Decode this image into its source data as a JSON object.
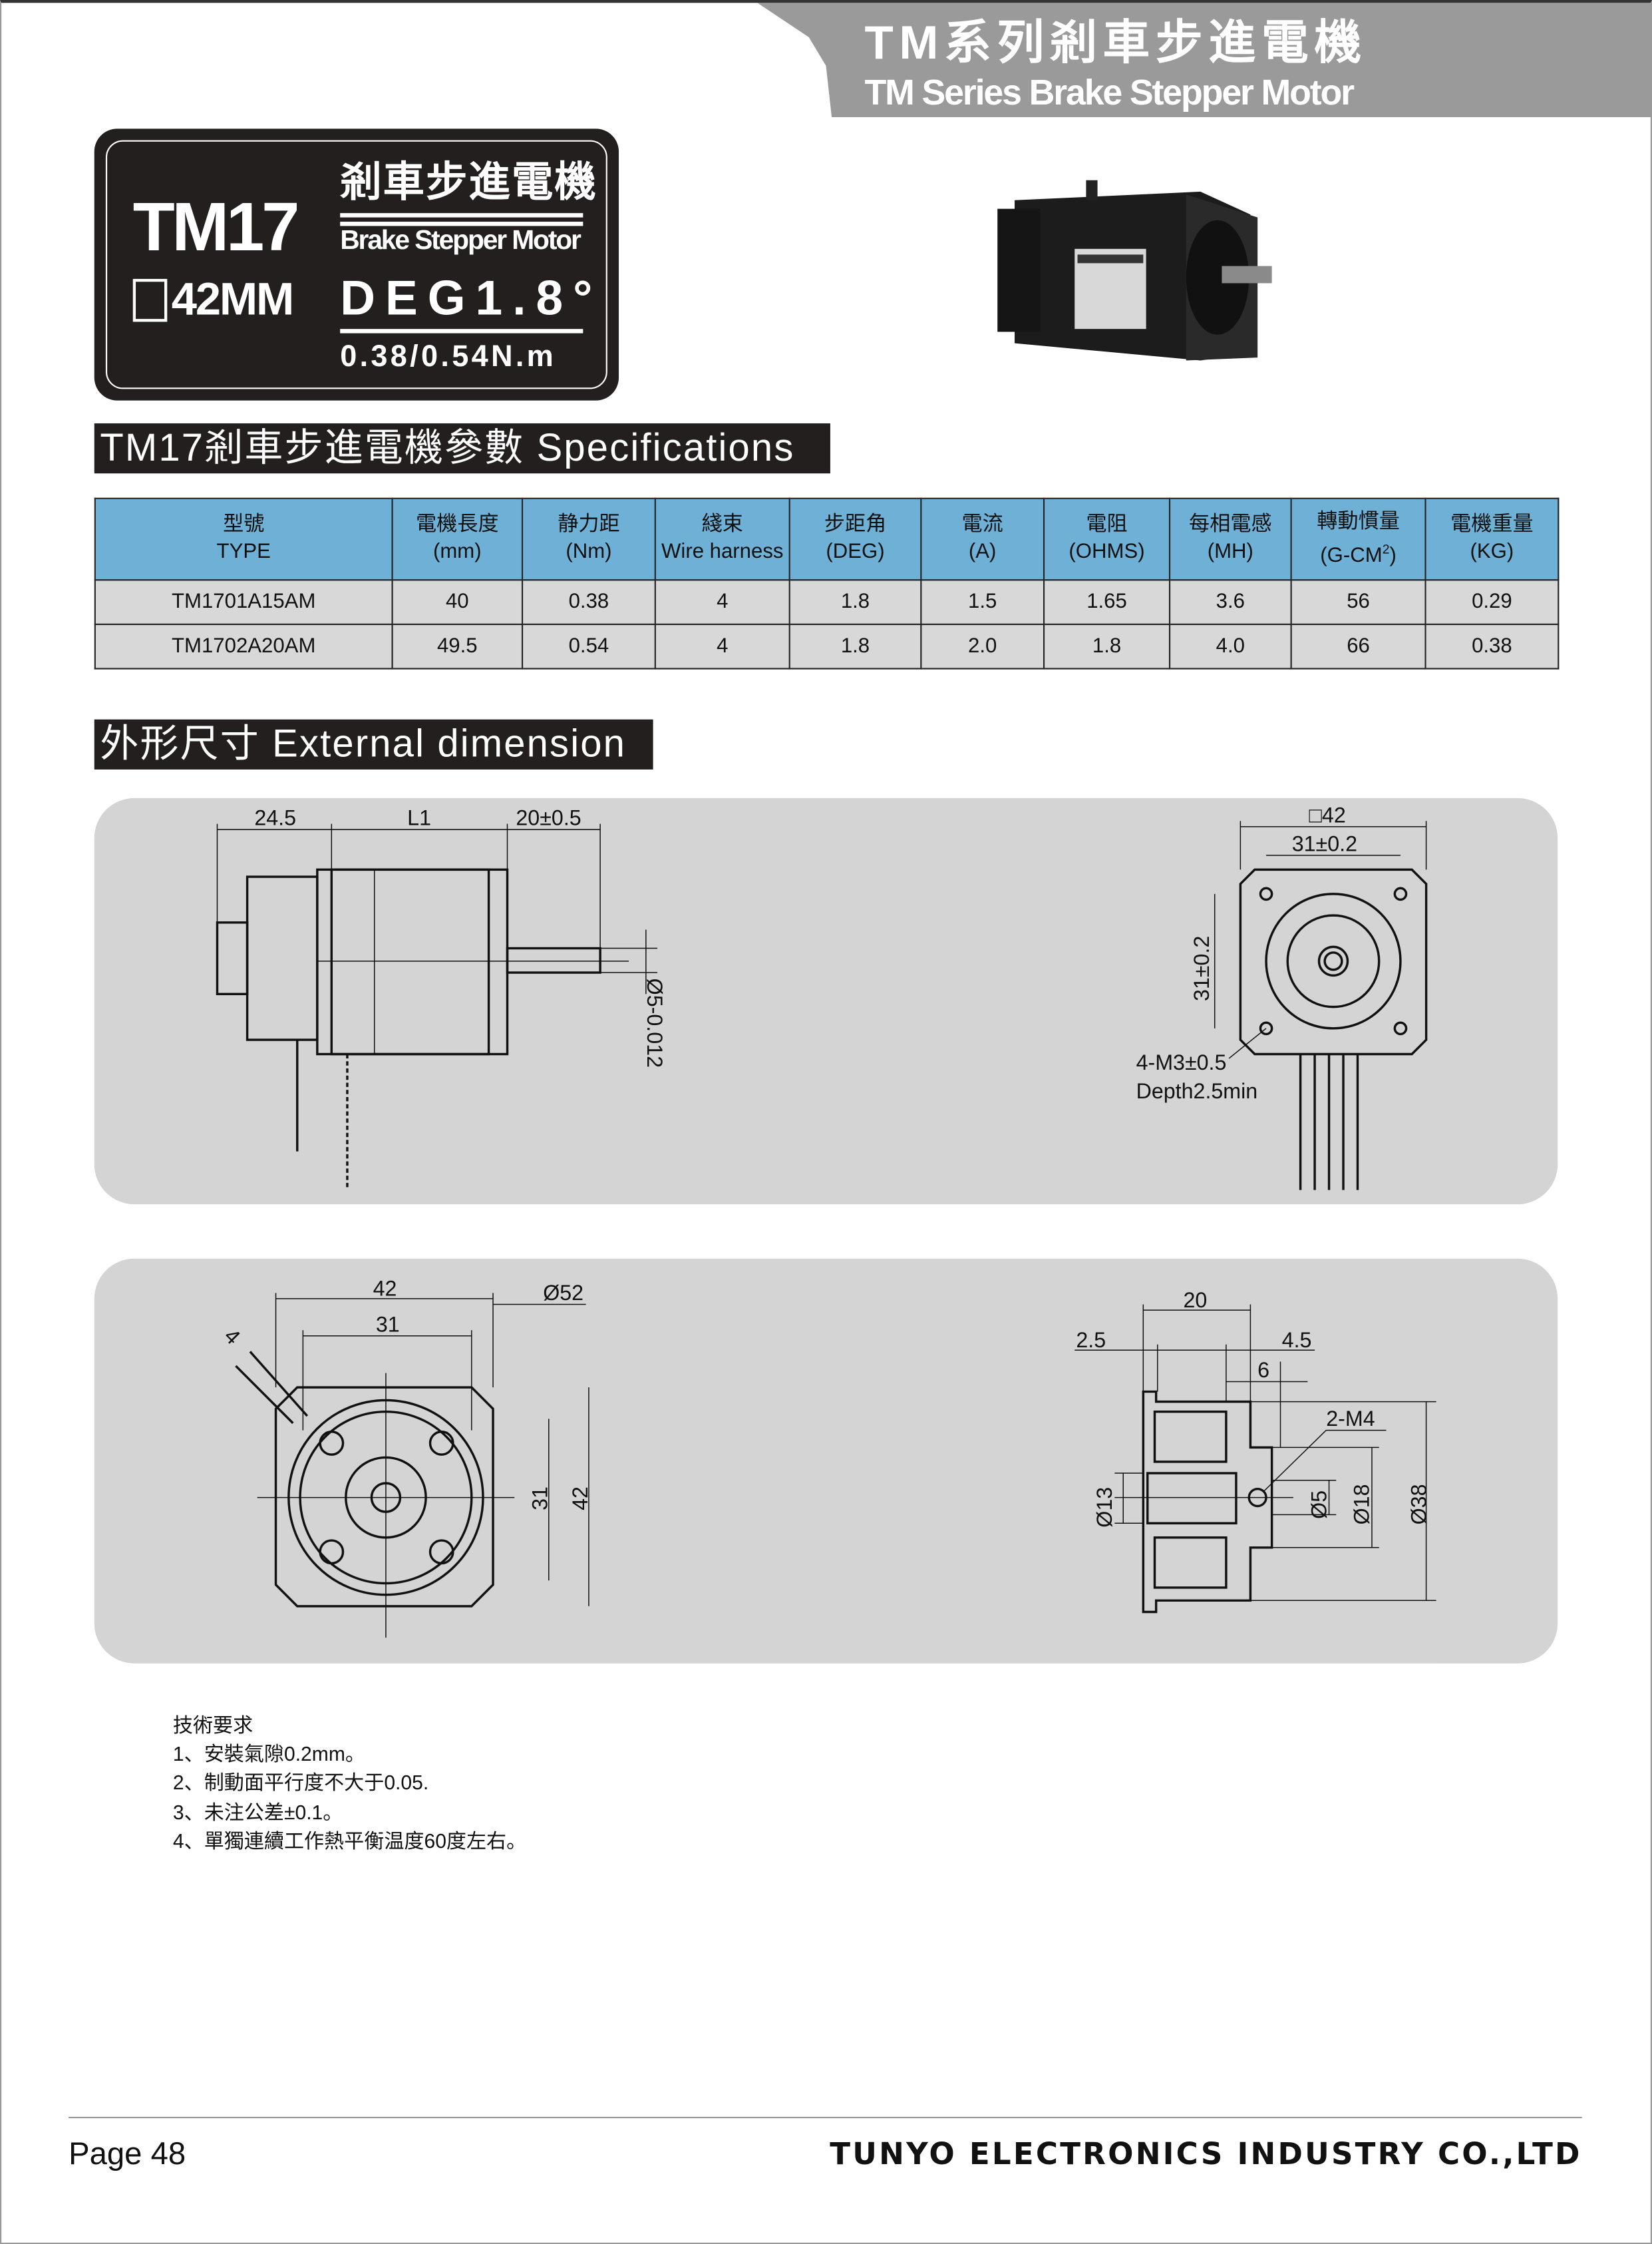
{
  "header": {
    "title_cn": "TM系列剎車步進電機",
    "title_en": "TM Series Brake Stepper Motor"
  },
  "badge": {
    "model": "TM17",
    "frame_size": "42MM",
    "name_cn": "剎車步進電機",
    "name_en": "Brake Stepper Motor",
    "step_angle": "DEG1.8°",
    "torque": "0.38/0.54N.m"
  },
  "specs": {
    "heading": "TM17剎車步進電機參數 Specifications",
    "columns": [
      {
        "cn": "型號",
        "unit": "TYPE"
      },
      {
        "cn": "電機長度",
        "unit": "(mm)"
      },
      {
        "cn": "静力距",
        "unit": "(Nm)"
      },
      {
        "cn": "綫束",
        "unit": "Wire harness"
      },
      {
        "cn": "步距角",
        "unit": "(DEG)"
      },
      {
        "cn": "電流",
        "unit": "(A)"
      },
      {
        "cn": "電阻",
        "unit": "(OHMS)"
      },
      {
        "cn": "每相電感",
        "unit": "(MH)"
      },
      {
        "cn": "轉動慣量",
        "unit": "(G-CM",
        "sup": "2",
        "unit_end": ")"
      },
      {
        "cn": "電機重量",
        "unit": "(KG)"
      }
    ],
    "rows": [
      [
        "TM1701A15AM",
        "40",
        "0.38",
        "4",
        "1.8",
        "1.5",
        "1.65",
        "3.6",
        "56",
        "0.29"
      ],
      [
        "TM1702A20AM",
        "49.5",
        "0.54",
        "4",
        "1.8",
        "2.0",
        "1.8",
        "4.0",
        "66",
        "0.38"
      ]
    ]
  },
  "dimension": {
    "heading": "外形尺寸 External dimension",
    "side": {
      "d1": "24.5",
      "d2": "L1",
      "d3": "20±0.5",
      "shaft": "Ø5-0.012"
    },
    "front": {
      "square": "□42",
      "hole_h": "31±0.2",
      "hole_v": "31±0.2",
      "screw": "4-M3±0.5",
      "depth": "Depth2.5min"
    },
    "flange": {
      "w42": "42",
      "w31": "31",
      "dia52": "Ø52",
      "h31": "31",
      "h42": "42",
      "n4": "4"
    },
    "brake": {
      "l20": "20",
      "l25": "2.5",
      "l45": "4.5",
      "l6": "6",
      "m4": "2-M4",
      "d13": "Ø13",
      "d5": "Ø5",
      "d18": "Ø18",
      "d38": "Ø38"
    }
  },
  "notes": {
    "title": "技術要求",
    "items": [
      "1、安裝氣隙0.2mm。",
      "2、制動面平行度不大于0.05.",
      "3、未注公差±0.1。",
      "4、單獨連續工作熱平衡温度60度左右。"
    ]
  },
  "footer": {
    "page": "Page 48",
    "company": "TUNYO ELECTRONICS INDUSTRY CO.,LTD"
  }
}
